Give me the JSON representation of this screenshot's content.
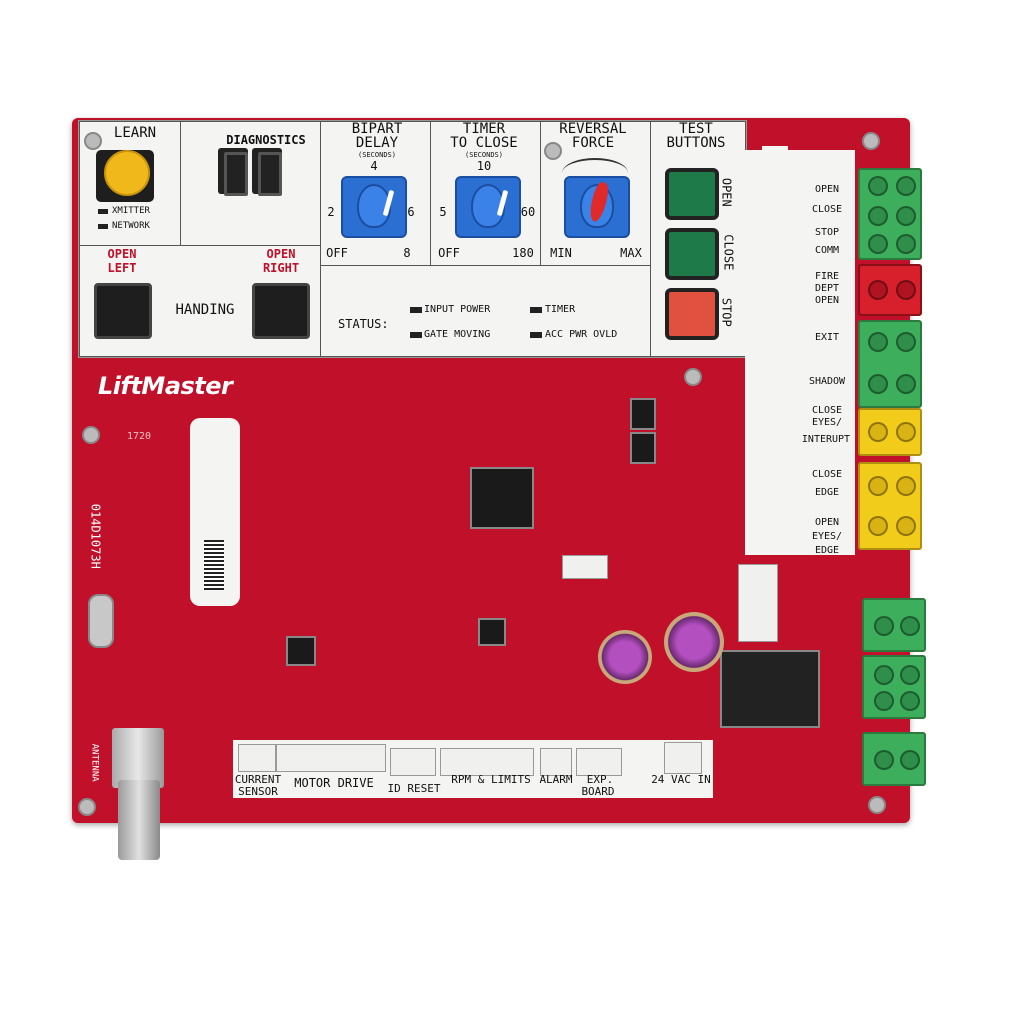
{
  "brand": {
    "logo": "LiftMaster"
  },
  "board_ids": {
    "vertical_code": "014D1073H",
    "small_code": "1720"
  },
  "panel": {
    "learn": "LEARN",
    "xmitter": "XMITTER",
    "network": "NETWORK",
    "diagnostics": "DIAGNOSTICS",
    "open_left": [
      "OPEN",
      "LEFT"
    ],
    "open_right": [
      "OPEN",
      "RIGHT"
    ],
    "handing": "HANDING",
    "bipart": {
      "title": [
        "BIPART",
        "DELAY"
      ],
      "unit": "(SECONDS)",
      "top": "4",
      "left": "2",
      "right": "6",
      "bl": "OFF",
      "br": "8"
    },
    "timer": {
      "title": [
        "TIMER",
        "TO CLOSE"
      ],
      "unit": "(SECONDS)",
      "top": "10",
      "left": "5",
      "right": "60",
      "bl": "OFF",
      "br": "180"
    },
    "reversal": {
      "title": [
        "REVERSAL",
        "FORCE"
      ],
      "bl": "MIN",
      "br": "MAX"
    },
    "test": {
      "title": [
        "TEST",
        "BUTTONS"
      ],
      "open": "OPEN",
      "close": "CLOSE",
      "stop": "STOP"
    },
    "status": {
      "label": "STATUS:",
      "input_power": "INPUT POWER",
      "timer": "TIMER",
      "gate_moving": "GATE MOVING",
      "acc": "ACC PWR OVLD"
    }
  },
  "right_terminals": {
    "open": "OPEN",
    "close": "CLOSE",
    "stop": "STOP",
    "comm": "COMM",
    "fire": [
      "FIRE",
      "DEPT",
      "OPEN"
    ],
    "exit": "EXIT",
    "shadow": "SHADOW",
    "close_eyes": [
      "CLOSE",
      "EYES/",
      "INTERUPT"
    ],
    "close_edge": [
      "CLOSE",
      "EDGE"
    ],
    "open_eyes": [
      "OPEN",
      "EYES/",
      "EDGE"
    ]
  },
  "bottom": {
    "current": [
      "CURRENT",
      "SENSOR"
    ],
    "motor": "MOTOR DRIVE",
    "id_reset": "ID RESET",
    "rpm": "RPM & LIMITS",
    "alarm": "ALARM",
    "exp": [
      "EXP.",
      "BOARD"
    ],
    "vac": "24 VAC IN",
    "antenna": "ANTENNA"
  },
  "colors": {
    "board": "#c0102a",
    "green_btn": "#1f7a4a",
    "red_btn": "#e0513f",
    "terminal_green": "#3cae5c",
    "terminal_red": "#d8202c",
    "terminal_yellow": "#f2cc1a",
    "learn_btn": "#f0b81a",
    "pot_blue": "#2a6fd1"
  }
}
